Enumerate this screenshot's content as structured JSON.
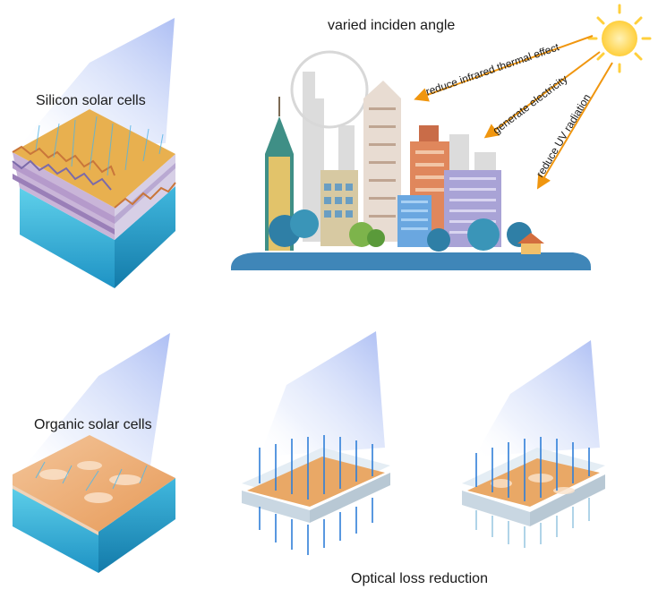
{
  "labels": {
    "top_title": "varied inciden angle",
    "silicon": "Silicon solar cells",
    "organic": "Organic solar cells",
    "bottom_title": "Optical loss reduction"
  },
  "rays": [
    {
      "label": "reduce infrared thermal effect"
    },
    {
      "label": "generate electricity"
    },
    {
      "label": "reduce UV radiation"
    }
  ],
  "colors": {
    "arrow_orange": "#f0960f",
    "sun": "#ffd24a",
    "arrow_blue": "#2f7fd8",
    "arrow_light_blue": "#9cc9e2",
    "substrate": "#2fb3d8"
  }
}
